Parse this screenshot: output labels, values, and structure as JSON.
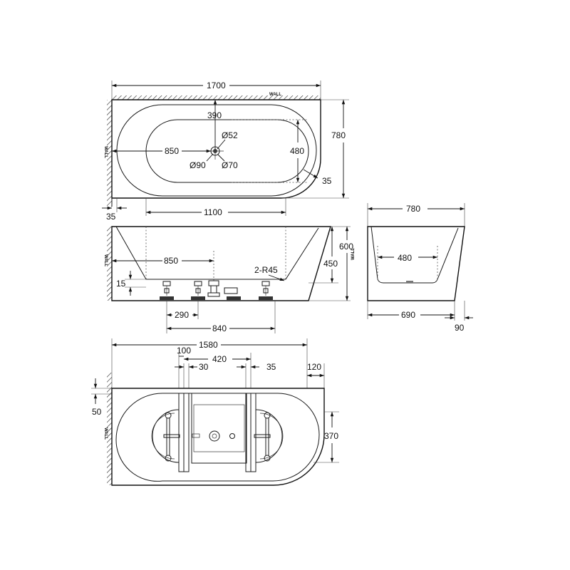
{
  "wall_label": "WALL",
  "top_view": {
    "overall_length": "1700",
    "overall_width": "780",
    "waste_offset": "390",
    "inner_length": "850",
    "inner_width": "480",
    "waste_hole_d52": "Ø52",
    "waste_hole_d90": "Ø90",
    "waste_hole_d70": "Ø70",
    "rim_thickness": "35",
    "wall_gap": "35"
  },
  "front_view": {
    "base_length": "1100",
    "waste_position": "850",
    "height_inside": "450",
    "height_overall": "600",
    "corner_radius": "2-R45",
    "foot_height": "15",
    "foot_spacing_1": "290",
    "foot_spacing_2": "840"
  },
  "side_view": {
    "top_width": "780",
    "inner_width": "480",
    "base_width": "690",
    "base_offset": "90"
  },
  "plan_view": {
    "frame_length": "1580",
    "rail_offset": "100",
    "rail_width": "30",
    "center_span": "420",
    "rail_width_right": "35",
    "end_offset": "120",
    "edge_offset": "50",
    "curve_height": "370"
  }
}
